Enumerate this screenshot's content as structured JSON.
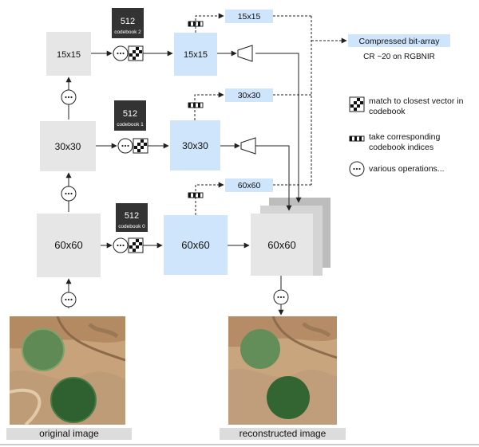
{
  "encoder_levels": [
    {
      "size_label": "60x60",
      "codebook_size": "512",
      "codebook_name": "codebook 0",
      "quantized_label": "60x60",
      "indices_label": "60x60"
    },
    {
      "size_label": "30x30",
      "codebook_size": "512",
      "codebook_name": "codebook 1",
      "quantized_label": "30x30",
      "indices_label": "30x30"
    },
    {
      "size_label": "15x15",
      "codebook_size": "512",
      "codebook_name": "codebook 2",
      "quantized_label": "15x15",
      "indices_label": "15x15"
    }
  ],
  "decoder_output_label": "60x60",
  "output": {
    "title": "Compressed bit-array",
    "ratio": "CR ~20 on RGBNIR"
  },
  "legend": {
    "match": "match to closest vector in codebook",
    "indices": "take corresponding codebook indices",
    "ops": "various operations..."
  },
  "captions": {
    "original": "original image",
    "reconstructed": "reconstructed image"
  },
  "colors": {
    "encoder_box": "#e6e6e6",
    "quantized_box": "#cfe5fb",
    "indices_box": "#cfe5fb",
    "codebook_box": "#333333",
    "stack_back": "#bdbdbd",
    "stack_mid": "#d4d4d4"
  }
}
